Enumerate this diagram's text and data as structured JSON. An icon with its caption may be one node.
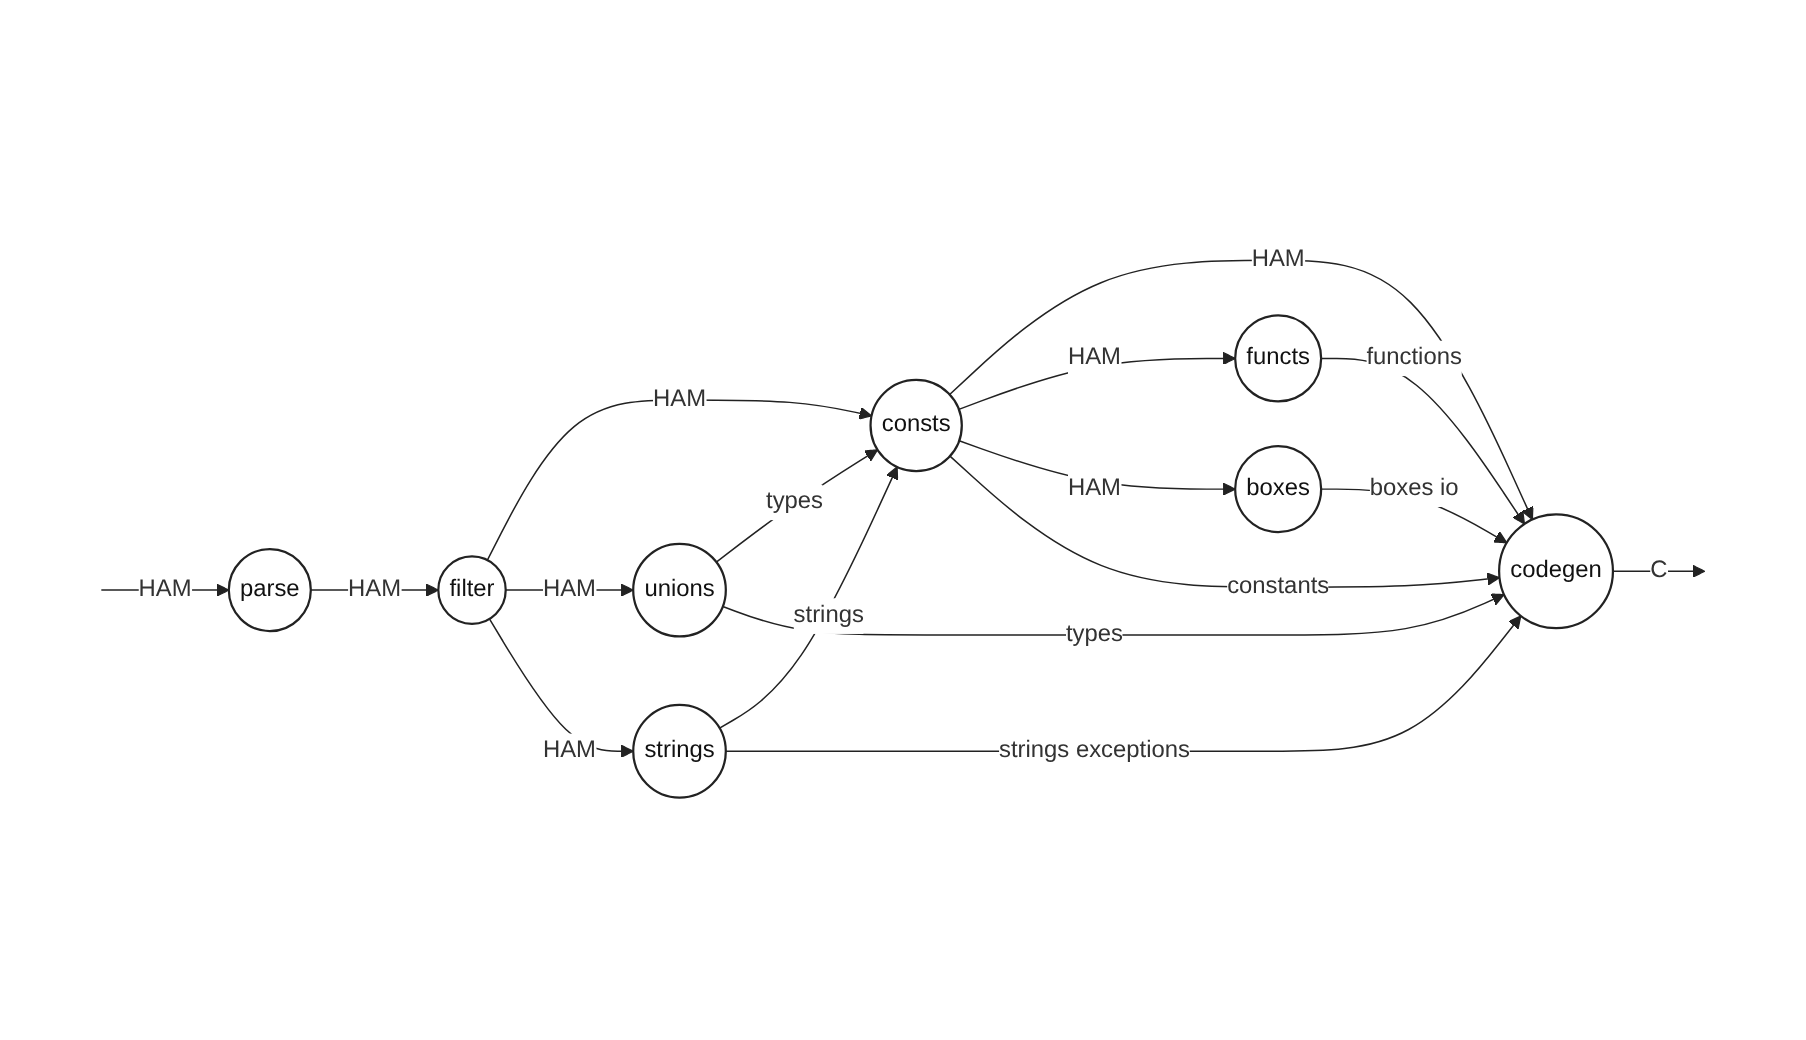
{
  "diagram": {
    "nodes": [
      {
        "text": [
          "parse"
        ]
      },
      {
        "text": [
          "filter"
        ]
      },
      {
        "text": [
          "consts"
        ]
      },
      {
        "text": [
          "codegen"
        ]
      },
      {
        "text": [
          "strings"
        ]
      },
      {
        "text": [
          "boxes"
        ]
      },
      {
        "text": [
          "unions"
        ]
      },
      {
        "text": [
          "functs"
        ]
      }
    ],
    "edges": [
      {
        "from": null,
        "to": 0,
        "arrow": "to",
        "label": "HAM"
      },
      {
        "from": 0,
        "to": 1,
        "arrow": "to",
        "label": "HAM"
      },
      {
        "from": 1,
        "to": 2,
        "arrow": "to",
        "label": "HAM"
      },
      {
        "from": 2,
        "to": 3,
        "arrow": "to",
        "label": "HAM"
      },
      {
        "from": 3,
        "to": null,
        "arrow": "to",
        "label": "C"
      },
      {
        "from": 1,
        "to": 6,
        "arrow": "to",
        "label": "HAM"
      },
      {
        "from": 1,
        "to": 4,
        "arrow": "to",
        "label": "HAM"
      },
      {
        "from": 6,
        "to": 2,
        "arrow": "to",
        "label": "types"
      },
      {
        "from": 4,
        "to": 2,
        "arrow": "to",
        "label": "strings"
      },
      {
        "from": 2,
        "to": 7,
        "arrow": "to",
        "label": "HAM"
      },
      {
        "from": 2,
        "to": 5,
        "arrow": "to",
        "label": "HAM"
      },
      {
        "from": 2,
        "to": 3,
        "arrow": "to",
        "label": "constants"
      },
      {
        "from": 5,
        "to": 3,
        "arrow": "to",
        "label": "boxes io"
      },
      {
        "from": 7,
        "to": 3,
        "arrow": "to",
        "label": "functions"
      },
      {
        "from": 4,
        "to": 3,
        "arrow": "to",
        "label": "strings exceptions"
      },
      {
        "from": 6,
        "to": 3,
        "arrow": "to",
        "label": "types"
      }
    ]
  }
}
